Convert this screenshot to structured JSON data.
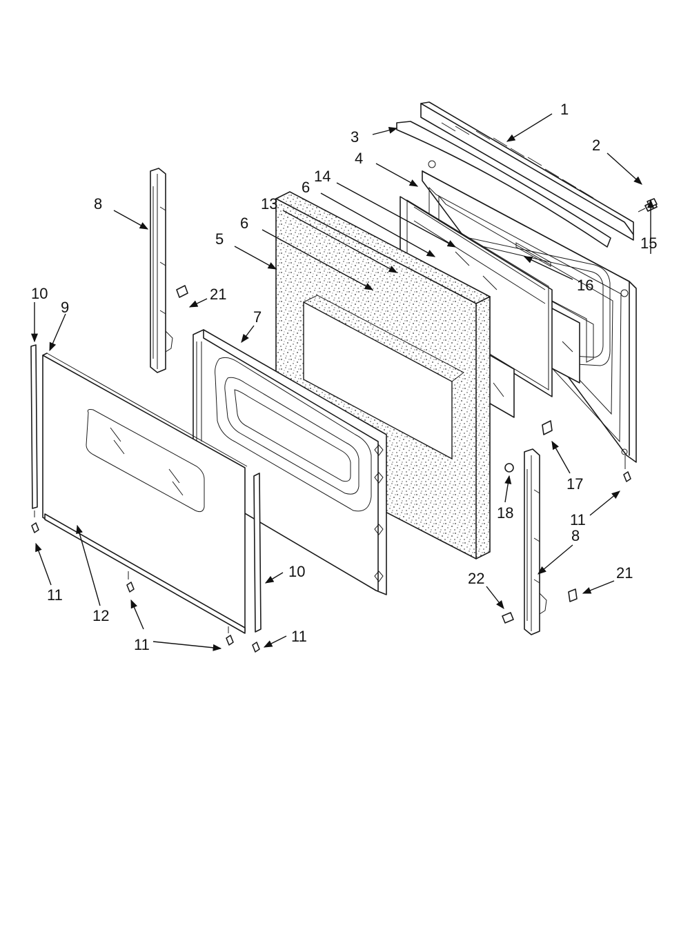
{
  "callouts": [
    {
      "id": "c1",
      "text": "1"
    },
    {
      "id": "c2",
      "text": "2"
    },
    {
      "id": "c3",
      "text": "3"
    },
    {
      "id": "c4",
      "text": "4"
    },
    {
      "id": "c14",
      "text": "14"
    },
    {
      "id": "c6a",
      "text": "6"
    },
    {
      "id": "c13",
      "text": "13"
    },
    {
      "id": "c8a",
      "text": "8"
    },
    {
      "id": "c6b",
      "text": "6"
    },
    {
      "id": "c5",
      "text": "5"
    },
    {
      "id": "c15",
      "text": "15"
    },
    {
      "id": "c16",
      "text": "16"
    },
    {
      "id": "c21a",
      "text": "21"
    },
    {
      "id": "c10a",
      "text": "10"
    },
    {
      "id": "c9",
      "text": "9"
    },
    {
      "id": "c7",
      "text": "7"
    },
    {
      "id": "c17",
      "text": "17"
    },
    {
      "id": "c18",
      "text": "18"
    },
    {
      "id": "c11a",
      "text": "11"
    },
    {
      "id": "c8b",
      "text": "8"
    },
    {
      "id": "c10b",
      "text": "10"
    },
    {
      "id": "c22",
      "text": "22"
    },
    {
      "id": "c21b",
      "text": "21"
    },
    {
      "id": "c11b",
      "text": "11"
    },
    {
      "id": "c12",
      "text": "12"
    },
    {
      "id": "c11c",
      "text": "11"
    },
    {
      "id": "c11d",
      "text": "11"
    }
  ]
}
